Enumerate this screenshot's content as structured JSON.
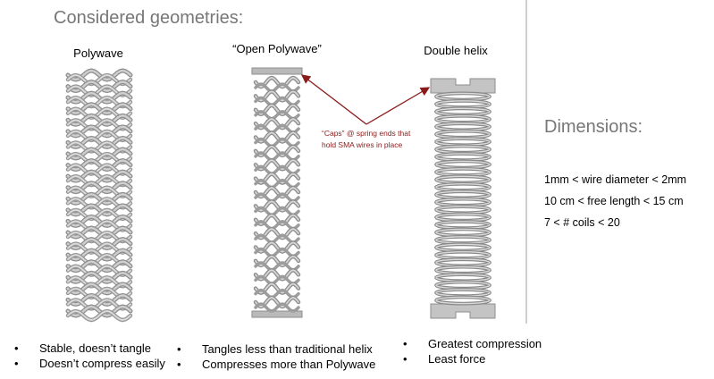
{
  "title": "Considered geometries:",
  "geometries": [
    {
      "label": "Polywave",
      "bullets": [
        "Stable, doesn’t tangle",
        "Doesn’t compress easily"
      ]
    },
    {
      "label": "“Open Polywave”",
      "bullets": [
        "Tangles less than traditional helix",
        "Compresses more than Polywave"
      ]
    },
    {
      "label": "Double helix",
      "bullets": [
        "Greatest compression",
        "Least force"
      ]
    }
  ],
  "caps_note": "“Caps” @ spring ends that hold SMA wires in place",
  "dimensions": {
    "title": "Dimensions:",
    "items": [
      "1mm < wire diameter < 2mm",
      "10 cm < free length < 15 cm",
      "7 < # coils < 20"
    ]
  },
  "colors": {
    "heading_gray": "#777777",
    "spring_gray": "#a9a9a9",
    "arrow_red": "#8b1a1a"
  }
}
